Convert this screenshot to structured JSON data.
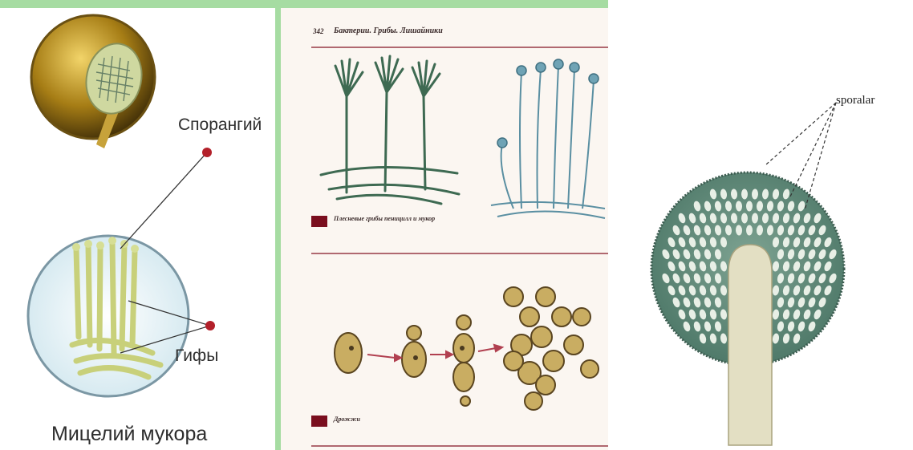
{
  "left_panel": {
    "sporangium_label": "Спорангий",
    "hyphae_label": "Гифы",
    "mycelium_title": "Мицелий мукора"
  },
  "middle_panel": {
    "page_number": "342",
    "header": "Бактерии. Грибы. Лишайники",
    "caption_molds": "Плесневые грибы пеницилл и мукор",
    "caption_yeast": "Дрожжи"
  },
  "right_panel": {
    "spores_label": "sporalar"
  },
  "colors": {
    "panel_border": "#a6dca2",
    "marker": "#7a0e1e",
    "sporangium_fill": "#5e8a78",
    "stalk_fill": "#e3dfc3",
    "hyphae": "#c8d07a",
    "yeast_cell": "#c9ad62"
  }
}
